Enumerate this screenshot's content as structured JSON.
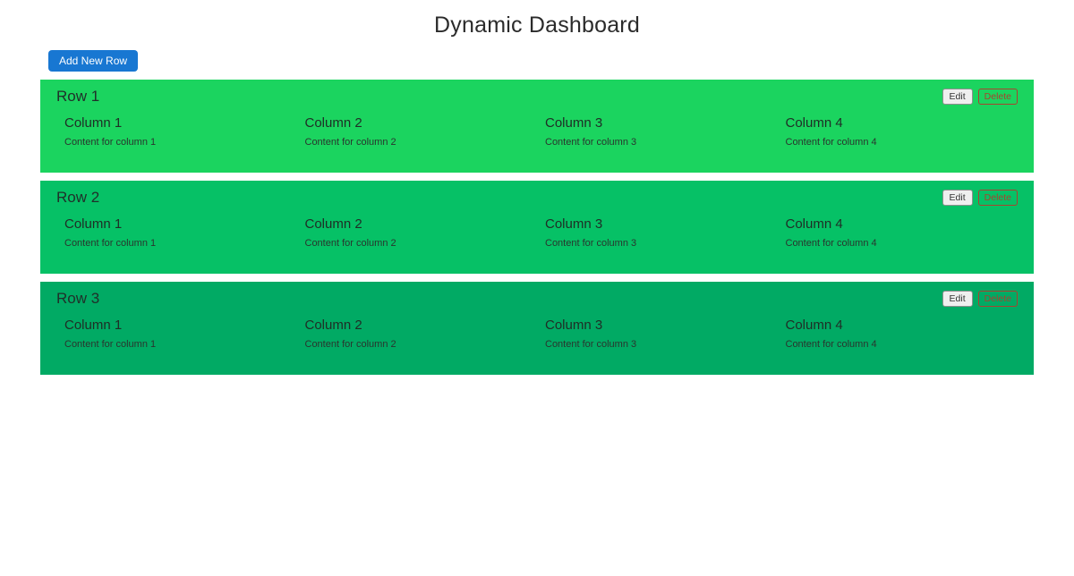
{
  "page": {
    "title": "Dynamic Dashboard"
  },
  "toolbar": {
    "add_row_label": "Add New Row"
  },
  "colors": {
    "accent_blue": "#1877d2",
    "edit_button_bg": "#efefef",
    "delete_color": "#a8432f",
    "row_backgrounds": [
      "#1bd45f",
      "#06c166",
      "#01aa64"
    ]
  },
  "rows": [
    {
      "title": "Row 1",
      "bg": "#1bd45f",
      "edit_label": "Edit",
      "delete_label": "Delete",
      "columns": [
        {
          "heading": "Column 1",
          "content": "Content for column 1"
        },
        {
          "heading": "Column 2",
          "content": "Content for column 2"
        },
        {
          "heading": "Column 3",
          "content": "Content for column 3"
        },
        {
          "heading": "Column 4",
          "content": "Content for column 4"
        }
      ]
    },
    {
      "title": "Row 2",
      "bg": "#06c166",
      "edit_label": "Edit",
      "delete_label": "Delete",
      "columns": [
        {
          "heading": "Column 1",
          "content": "Content for column 1"
        },
        {
          "heading": "Column 2",
          "content": "Content for column 2"
        },
        {
          "heading": "Column 3",
          "content": "Content for column 3"
        },
        {
          "heading": "Column 4",
          "content": "Content for column 4"
        }
      ]
    },
    {
      "title": "Row 3",
      "bg": "#01aa64",
      "edit_label": "Edit",
      "delete_label": "Delete",
      "columns": [
        {
          "heading": "Column 1",
          "content": "Content for column 1"
        },
        {
          "heading": "Column 2",
          "content": "Content for column 2"
        },
        {
          "heading": "Column 3",
          "content": "Content for column 3"
        },
        {
          "heading": "Column 4",
          "content": "Content for column 4"
        }
      ]
    }
  ]
}
